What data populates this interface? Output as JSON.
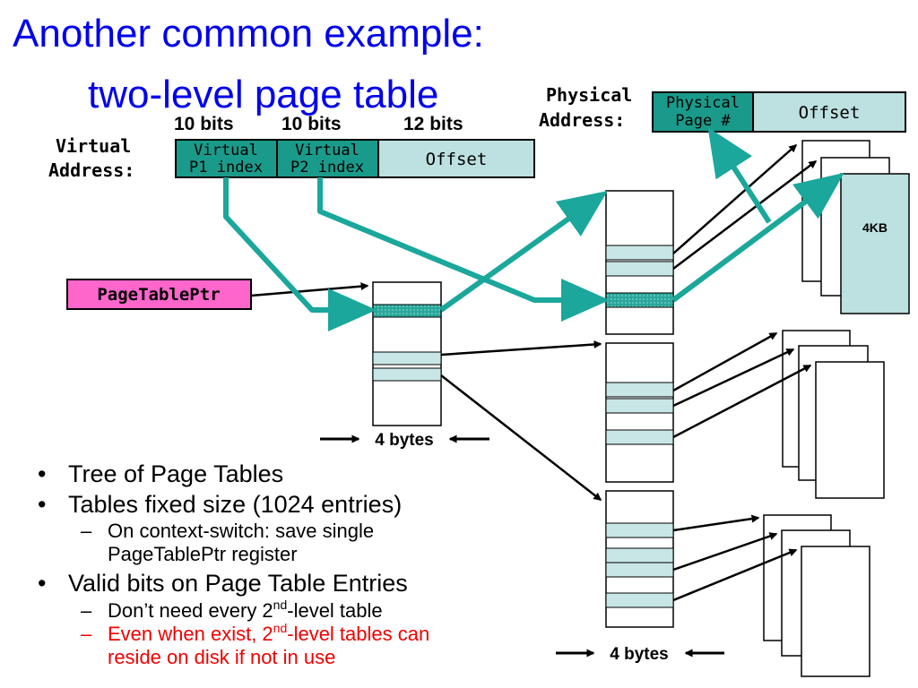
{
  "title": {
    "line1": "Another common example:",
    "line2": "two-level page table"
  },
  "virtual_address": {
    "label_line1": "Virtual",
    "label_line2": "Address:",
    "bits": [
      "10 bits",
      "10 bits",
      "12 bits"
    ],
    "p1_line1": "Virtual",
    "p1_line2": "P1 index",
    "p2_line1": "Virtual",
    "p2_line2": "P2 index",
    "offset": "Offset"
  },
  "physical_address": {
    "label_line1": "Physical",
    "label_line2": "Address:",
    "page_line1": "Physical",
    "page_line2": "Page #",
    "offset": "Offset"
  },
  "page_table_ptr": "PageTablePtr",
  "page_size": "4KB",
  "entry_width": "4 bytes",
  "entry_width_2": "4 bytes",
  "bullets": {
    "b1": "Tree of Page Tables",
    "b2": "Tables fixed size (1024 entries)",
    "b2a_line1": "On context-switch: save single",
    "b2a_line2": "PageTablePtr register",
    "b3": "Valid bits on Page Table Entries",
    "b3a_pre": "Don’t need every 2",
    "b3a_sup": "nd",
    "b3a_post": "-level table",
    "b3b_pre": "Even when exist, 2",
    "b3b_sup": "nd",
    "b3b_post": "-level tables can",
    "b3b_line2": "reside on disk if not in use"
  },
  "colors": {
    "title": "#0000ee",
    "index_field": "#1a9a8a",
    "offset_field": "#bde0e0",
    "teal_arrow": "#1ba79b",
    "page_table_ptr": "#ff66cc",
    "highlight_text": "#ee0000"
  }
}
